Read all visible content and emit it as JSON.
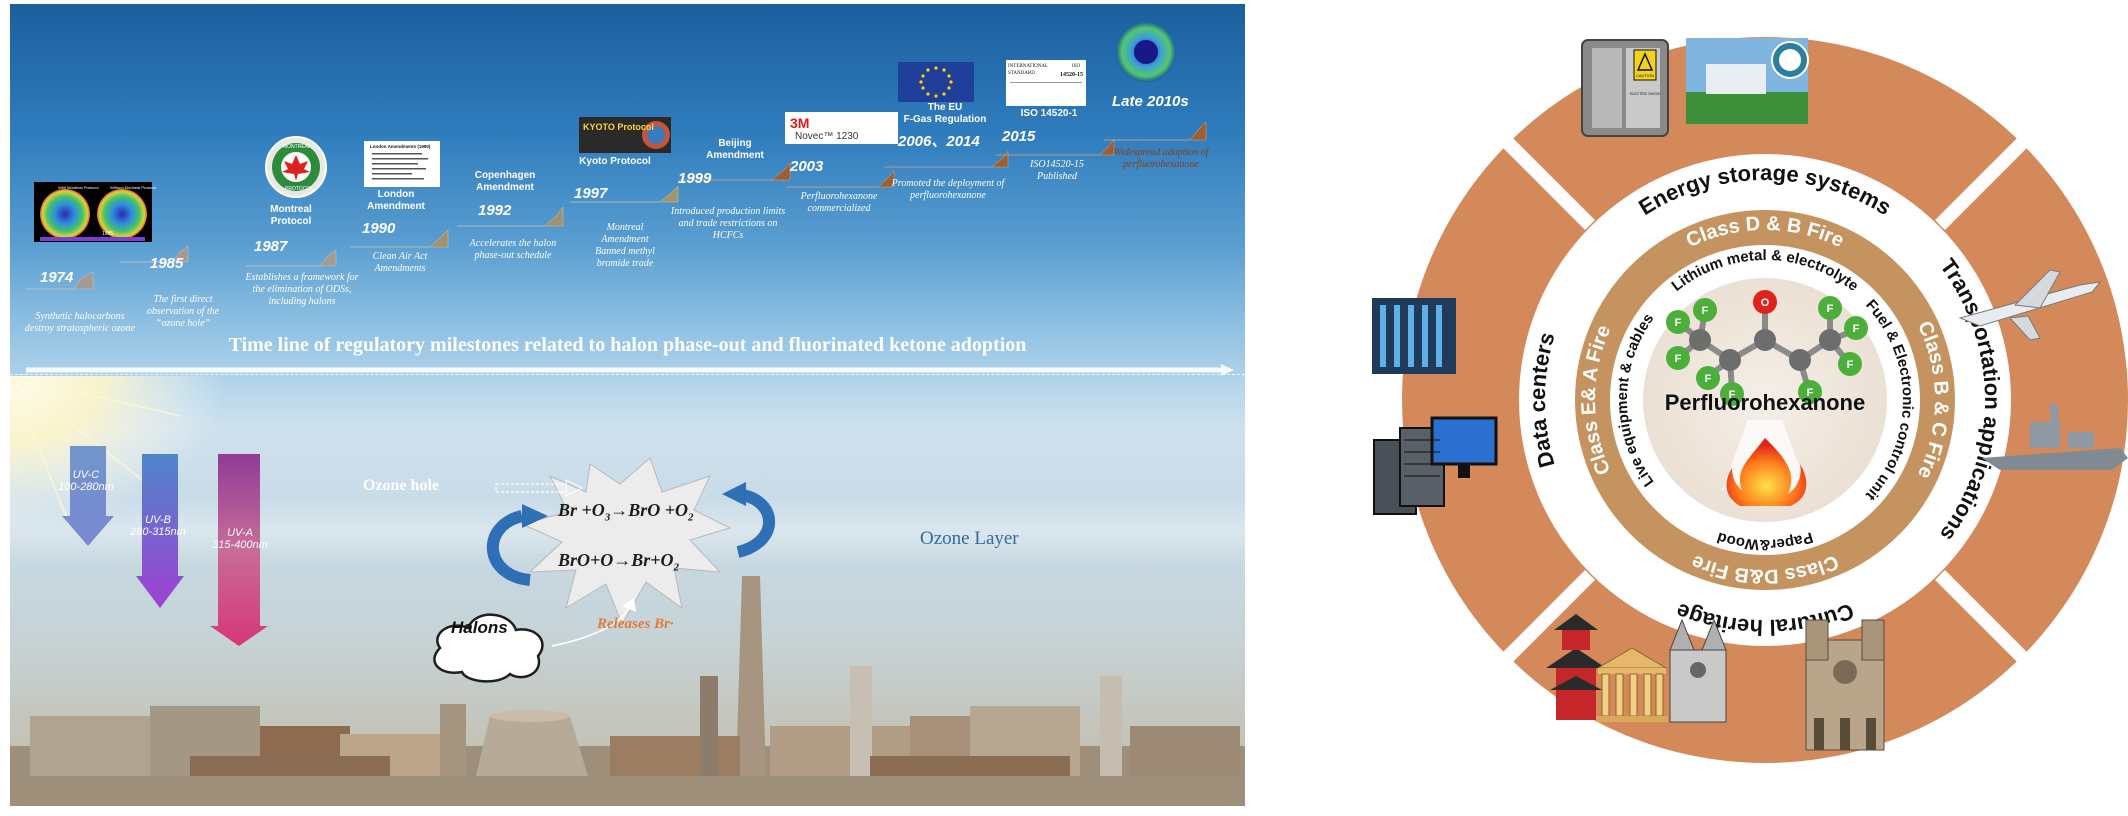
{
  "timeline": {
    "title": "Time line of regulatory milestones related to halon phase-out and fluorinated ketone adoption",
    "milestones": [
      {
        "year": "1974",
        "caption": [
          "Synthetic halocarbons",
          "destroy stratospheric ozone"
        ]
      },
      {
        "year": "1985",
        "caption": [
          "The first direct",
          "observation of the",
          "“ozone hole”"
        ]
      },
      {
        "year": "1987",
        "label": [
          "Montreal",
          "Protocol"
        ],
        "caption": [
          "Establishes a framework for",
          "the elimination of ODSs,",
          "including halons"
        ]
      },
      {
        "year": "1990",
        "label": [
          "London",
          "Amendment"
        ],
        "caption": [
          "Clean Air Act",
          "Amendments"
        ]
      },
      {
        "year": "1992",
        "label": [
          "Copenhagen",
          "Amendment"
        ],
        "caption": [
          "Accelerates the halon",
          "phase-out schedule"
        ]
      },
      {
        "year": "1997",
        "label": [
          "Kyoto Protocol"
        ],
        "caption": [
          "Montreal",
          "Amendment",
          "Banned methyl",
          "bromide trade"
        ]
      },
      {
        "year": "1999",
        "label": [
          "Beijing",
          "Amendment"
        ],
        "caption": [
          "Introduced production limits",
          "and trade restrictions on",
          "HCFCs"
        ]
      },
      {
        "year": "2003",
        "label": [
          "Novec™ 1230"
        ],
        "caption": [
          "Perfluorohexanone",
          "commercialized"
        ]
      },
      {
        "year": "2006、2014",
        "label": [
          "The EU",
          "F-Gas Regulation"
        ],
        "caption": [
          "Promoted the deployment of",
          "perfluorohexanone"
        ]
      },
      {
        "year": "2015",
        "label": [
          "ISO 14520-1"
        ],
        "caption": [
          "ISO14520-15",
          "Published"
        ]
      },
      {
        "year": "Late 2010s",
        "caption": [
          "Widespread adoption of",
          "perfluorohexanone"
        ]
      }
    ],
    "logo_texts": {
      "kyoto": "KYOTO Protocol",
      "threem": "3M",
      "novec": "Novec™ 1230",
      "iso_intl": "INTERNATIONAL",
      "iso_std": "STANDARD",
      "iso_num": "14520-15",
      "iso_iso": "ISO",
      "montreal": "MONTREAL",
      "protocol": "PROTOCOL",
      "london": "London Amendments (1990)",
      "ozone_left": "With Montreal Protocol",
      "ozone_right": "Without Montreal Protocol",
      "ozone_year": "1985"
    }
  },
  "ozone": {
    "uv": [
      {
        "band": "UV-C",
        "range": "100-280nm"
      },
      {
        "band": "UV-B",
        "range": "280-315nm"
      },
      {
        "band": "UV-A",
        "range": "315-400nm"
      }
    ],
    "ozone_hole": "Ozone hole",
    "ozone_layer": "Ozone Layer",
    "eq1": {
      "a": "Br +O",
      "sub1": "3",
      "b": "→BrO +O",
      "sub2": "2"
    },
    "eq2": {
      "a": "BrO+O→Br+O",
      "sub": "2"
    },
    "halons": "Halons",
    "releases": "Releases Br·"
  },
  "wheel": {
    "center": "Perfluorohexanone",
    "atoms": {
      "F": "F",
      "O": "O"
    },
    "sectors": [
      "Energy storage systems",
      "Transportation applications",
      "Cultural heritage",
      "Data centers"
    ],
    "classes": [
      "Class D & B Fire",
      "Class B & C Fire",
      "Class D&B Fire",
      "Class E& A Fire"
    ],
    "materials": [
      "Lithium metal & electrolyte",
      "Fuel & Electronic control unit",
      "Paper&Wood",
      "Live equipment & cables"
    ],
    "caution": "CAUTION",
    "shock": "ELECTRIC SHOCK"
  },
  "colors": {
    "ring": "#d4895a",
    "band": "#c5935f",
    "arrow": "#a0522d",
    "sky": "#2f7cbd"
  }
}
